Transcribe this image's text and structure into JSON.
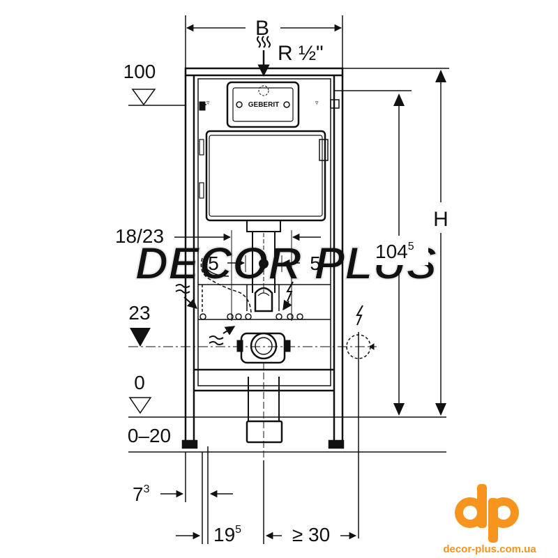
{
  "diagram": {
    "labels": {
      "width": "B",
      "supply": "R ½\"",
      "height": "H",
      "level_100": "100",
      "level_23": "23",
      "level_0": "0",
      "floor_range": "0–20",
      "pipe_range": "18/23",
      "offset_5_left": "5",
      "offset_5_right": "5",
      "height_104": "104",
      "height_104_sup": "5",
      "dim_7": "7",
      "dim_7_sup": "3",
      "dim_19": "19",
      "dim_19_sup": "5",
      "dim_30": "≥ 30"
    },
    "cistern_brand": "GEBERIT",
    "watermark": "DECOR PLUS"
  },
  "branding": {
    "logo_text": "dp",
    "url": "decor-plus.com.ua",
    "accent": "#f7941d"
  },
  "colors": {
    "line": "#111111",
    "gray": "#9a9a9a"
  }
}
